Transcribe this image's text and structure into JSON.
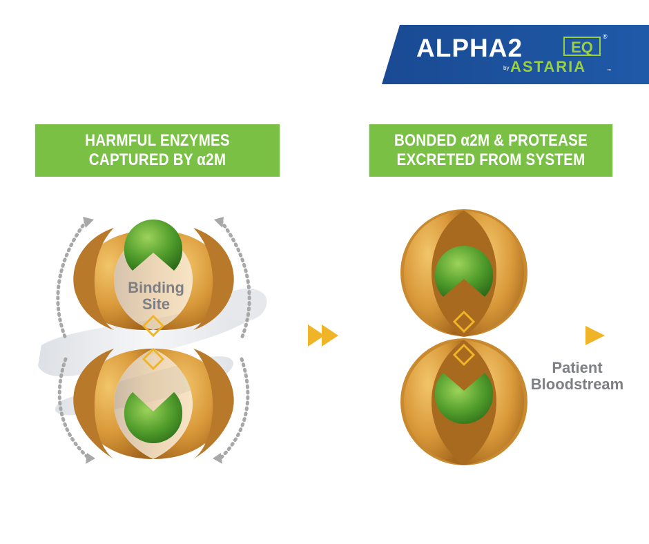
{
  "logo": {
    "main": "ALPHA2",
    "eq": "EQ",
    "registered": "®",
    "by": "by",
    "company": "ASTARIA",
    "trademark": "™"
  },
  "left_panel": {
    "banner_line1": "HARMFUL ENZYMES",
    "banner_line2": "CAPTURED BY α2M",
    "binding_line1": "Binding",
    "binding_line2": "Site"
  },
  "right_panel": {
    "banner_line1": "BONDED α2M & PROTEASE",
    "banner_line2": "EXCRETED FROM SYSTEM",
    "patient_line1": "Patient",
    "patient_line2": "Bloodstream"
  },
  "colors": {
    "logo_blue": "#1b4f9c",
    "banner_green": "#79c045",
    "accent_green": "#9bd13a",
    "shell_gold": "#d99a3c",
    "enzyme_green": "#5aa82e",
    "arrow_gold": "#f0b429"
  }
}
